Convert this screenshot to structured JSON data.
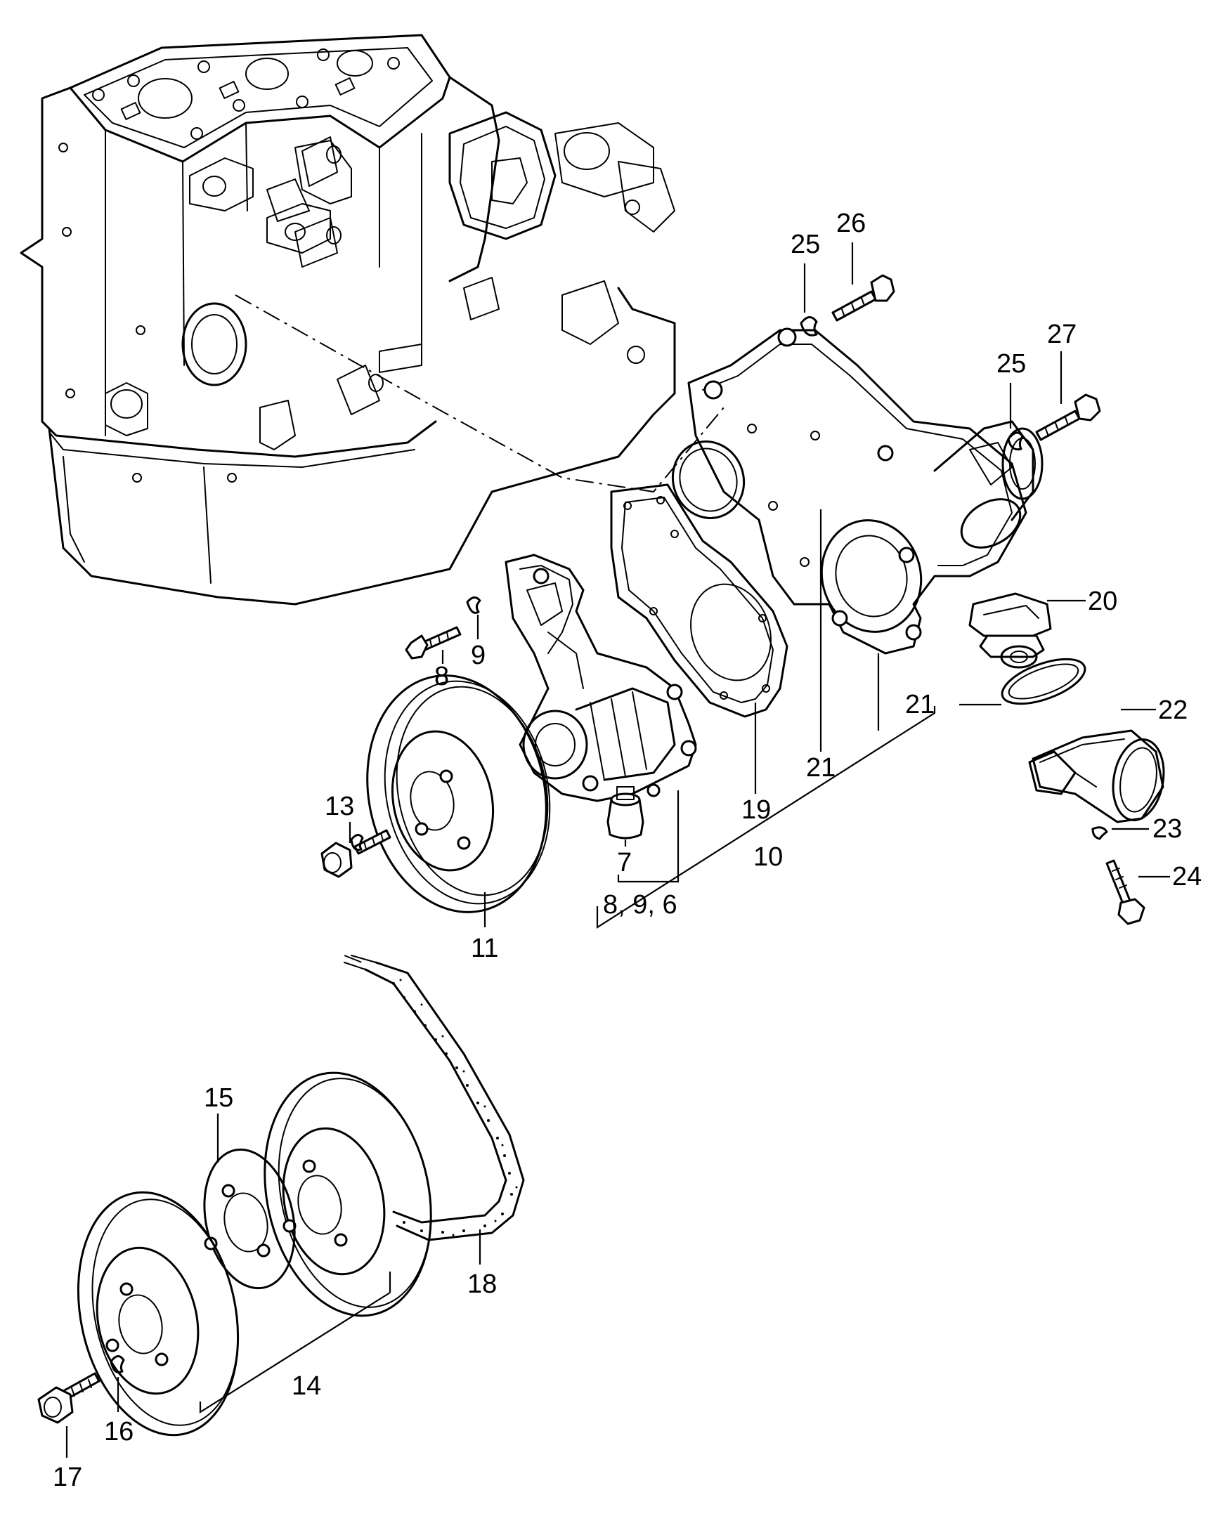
{
  "callouts": [
    {
      "id": "c26",
      "text": "26"
    },
    {
      "id": "c25a",
      "text": "25"
    },
    {
      "id": "c27",
      "text": "27"
    },
    {
      "id": "c25b",
      "text": "25"
    },
    {
      "id": "c20",
      "text": "20"
    },
    {
      "id": "c22",
      "text": "22"
    },
    {
      "id": "c21a",
      "text": "21"
    },
    {
      "id": "c21b",
      "text": "21"
    },
    {
      "id": "c19",
      "text": "19"
    },
    {
      "id": "c10",
      "text": "10"
    },
    {
      "id": "c23",
      "text": "23"
    },
    {
      "id": "c24",
      "text": "24"
    },
    {
      "id": "c8",
      "text": "8"
    },
    {
      "id": "c9",
      "text": "9"
    },
    {
      "id": "c13",
      "text": "13"
    },
    {
      "id": "c7",
      "text": "7"
    },
    {
      "id": "c896",
      "text": "8, 9, 6"
    },
    {
      "id": "c11",
      "text": "11"
    },
    {
      "id": "c15",
      "text": "15"
    },
    {
      "id": "c18",
      "text": "18"
    },
    {
      "id": "c14",
      "text": "14"
    },
    {
      "id": "c16",
      "text": "16"
    },
    {
      "id": "c17",
      "text": "17"
    }
  ]
}
